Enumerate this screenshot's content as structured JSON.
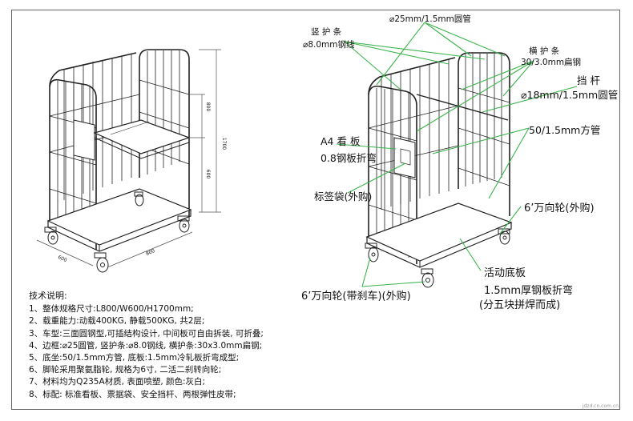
{
  "notes": {
    "title": "技术说明:",
    "items": [
      "1、整体规格尺寸:L800/W600/H1700mm;",
      "2、载重能力:动载400KG, 静载500KG, 共2层;",
      "3、车型:三面圆钢型,可插结构设计, 中间板可自由拆装, 可折叠;",
      "4、边框:⌀25圆管, 竖护条:⌀8.0钢线, 横护条:30x3.0mm扁钢;",
      "5、底坐:50/1.5mm方管, 底板:1.5mm冷轧板折弯成型;",
      "6、脚轮采用聚氨脂轮, 规格为6寸, 二活二刹转向轮;",
      "7、材料均为Q235A材质, 表面喷塑, 颜色:灰白;",
      "8、标配: 标准看板、票据袋、安全挡杆、两根弹性皮带;"
    ]
  },
  "labels": {
    "vertical_guard": "竖 护 条",
    "vertical_guard_spec": "⌀8.0mm钢线",
    "frame_tube": "⌀25mm/1.5mm圆管",
    "horizontal_guard": "横 护 条",
    "horizontal_guard_spec": "30/3.0mm扁钢",
    "bar": "挡 杆",
    "bar_spec": "⌀18mm/1.5mm圆管",
    "square_tube": "50/1.5mm方管",
    "a4_board": "A4 看 板",
    "a4_board_spec": "0.8钢板折弯",
    "label_bag": "标签袋(外购)",
    "caster": "6’万向轮(外购)",
    "base_plate": "活动底板",
    "base_plate_spec1": "1.5mm厚钢板折弯",
    "base_plate_spec2": "(分五块拼焊而成)",
    "brake_caster": "6’万向轮(带刹车)(外购)"
  },
  "dimensions": {
    "width": "600",
    "length": "800",
    "height": "1700",
    "upper_gap": "800",
    "lower_gap": "600"
  },
  "watermark": "jdzd.cn.com.cn"
}
